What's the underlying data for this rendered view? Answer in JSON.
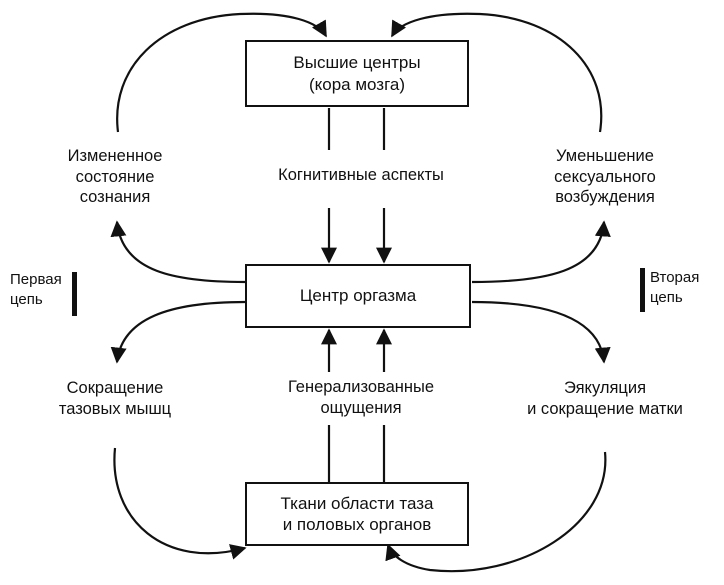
{
  "boxes": {
    "top": [
      "Высшие центры",
      "(кора мозга)"
    ],
    "center": [
      "Центр оргазма"
    ],
    "bottom": [
      "Ткани области таза",
      "и  половых органов"
    ]
  },
  "labels": {
    "cognitive": [
      "Когнитивные аспекты"
    ],
    "generalized": [
      "Генерализованные",
      "ощущения"
    ],
    "altered": [
      "Измененное",
      "состояние",
      "сознания"
    ],
    "decrease": [
      "Уменьшение",
      "сексуального",
      "возбуждения"
    ],
    "pelvic": [
      "Сокращение",
      "тазовых мышц"
    ],
    "ejaculation": [
      "Эякуляция",
      "и сокращение матки"
    ]
  },
  "chains": {
    "first": [
      "Первая",
      "цепь"
    ],
    "second": [
      "Вторая",
      "цепь"
    ]
  },
  "colors": {
    "ink": "#111111",
    "background": "#ffffff"
  }
}
